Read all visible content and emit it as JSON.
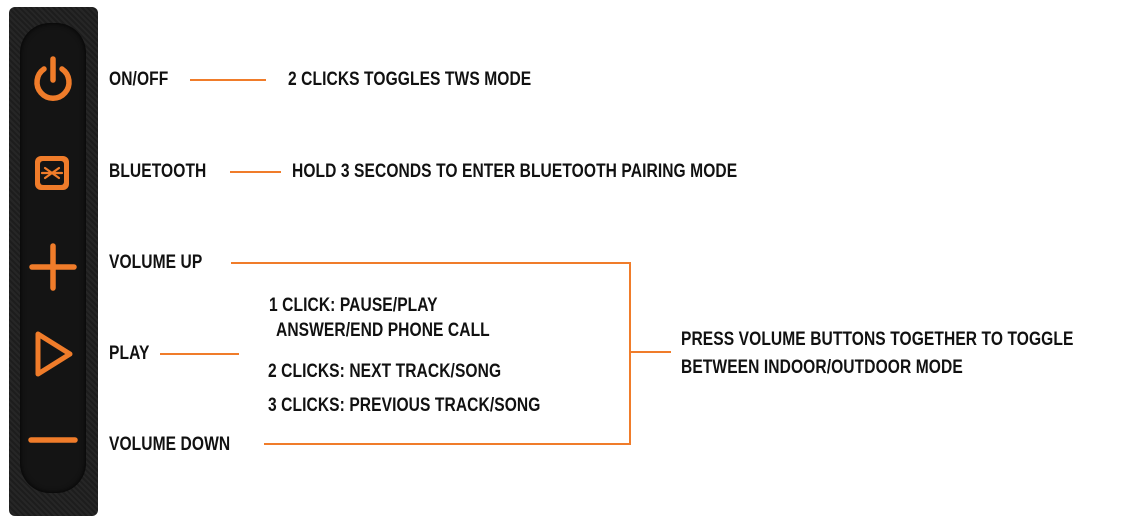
{
  "accent_color": "#f07c2a",
  "buttons": [
    {
      "name": "power",
      "icon": "power-icon",
      "label": "ON/OFF",
      "description": "2 CLICKS TOGGLES TWS MODE"
    },
    {
      "name": "bluetooth",
      "icon": "bluetooth-icon",
      "label": "BLUETOOTH",
      "description": "HOLD 3 SECONDS TO ENTER BLUETOOTH PAIRING MODE"
    },
    {
      "name": "volume-up",
      "icon": "plus-icon",
      "label": "VOLUME UP"
    },
    {
      "name": "play",
      "icon": "play-icon",
      "label": "PLAY"
    },
    {
      "name": "volume-down",
      "icon": "minus-icon",
      "label": "VOLUME DOWN"
    }
  ],
  "play_actions": {
    "line1": "1 CLICK: PAUSE/PLAY",
    "line2": "ANSWER/END PHONE CALL",
    "line3": "2 CLICKS: NEXT TRACK/SONG",
    "line4": "3 CLICKS: PREVIOUS TRACK/SONG"
  },
  "volume_note": {
    "line1": "PRESS VOLUME BUTTONS TOGETHER TO TOGGLE",
    "line2": "BETWEEN INDOOR/OUTDOOR MODE"
  }
}
